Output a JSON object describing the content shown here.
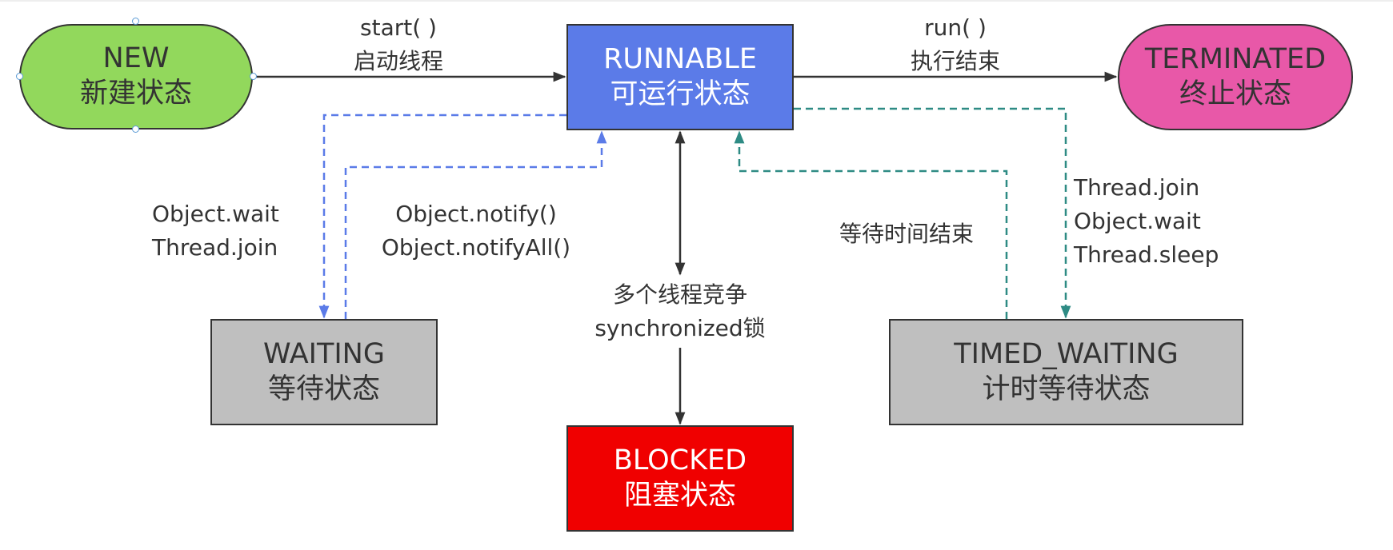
{
  "colors": {
    "new_fill": "#92d85c",
    "runnable_fill": "#5b7be8",
    "terminated_fill": "#e858a8",
    "waiting_fill": "#bfbfbf",
    "blocked_fill": "#f00000",
    "border": "#333333",
    "solid_arrow": "#333333",
    "waiting_arrow": "#5b7be8",
    "timed_arrow": "#2e8b84",
    "handle": "#5b9bd5"
  },
  "nodes": {
    "new": {
      "line1": "NEW",
      "line2": "新建状态"
    },
    "runnable": {
      "line1": "RUNNABLE",
      "line2": "可运行状态"
    },
    "terminated": {
      "line1": "TERMINATED",
      "line2": "终止状态"
    },
    "waiting": {
      "line1": "WAITING",
      "line2": "等待状态"
    },
    "timed_waiting": {
      "line1": "TIMED_WAITING",
      "line2": "计时等待状态"
    },
    "blocked": {
      "line1": "BLOCKED",
      "line2": "阻塞状态"
    }
  },
  "edges": {
    "start": {
      "line1": "start( )",
      "line2": "启动线程"
    },
    "run": {
      "line1": "run( )",
      "line2": "执行结束"
    },
    "to_waiting": {
      "line1": "Object.wait",
      "line2": "Thread.join"
    },
    "from_waiting": {
      "line1": "Object.notify()",
      "line2": "Object.notifyAll()"
    },
    "to_blocked": {
      "line1": "多个线程竞争",
      "line2": "synchronized锁"
    },
    "from_timed": {
      "line1": "等待时间结束"
    },
    "to_timed": {
      "line1": "Thread.join",
      "line2": "Object.wait",
      "line3": "Thread.sleep"
    }
  }
}
